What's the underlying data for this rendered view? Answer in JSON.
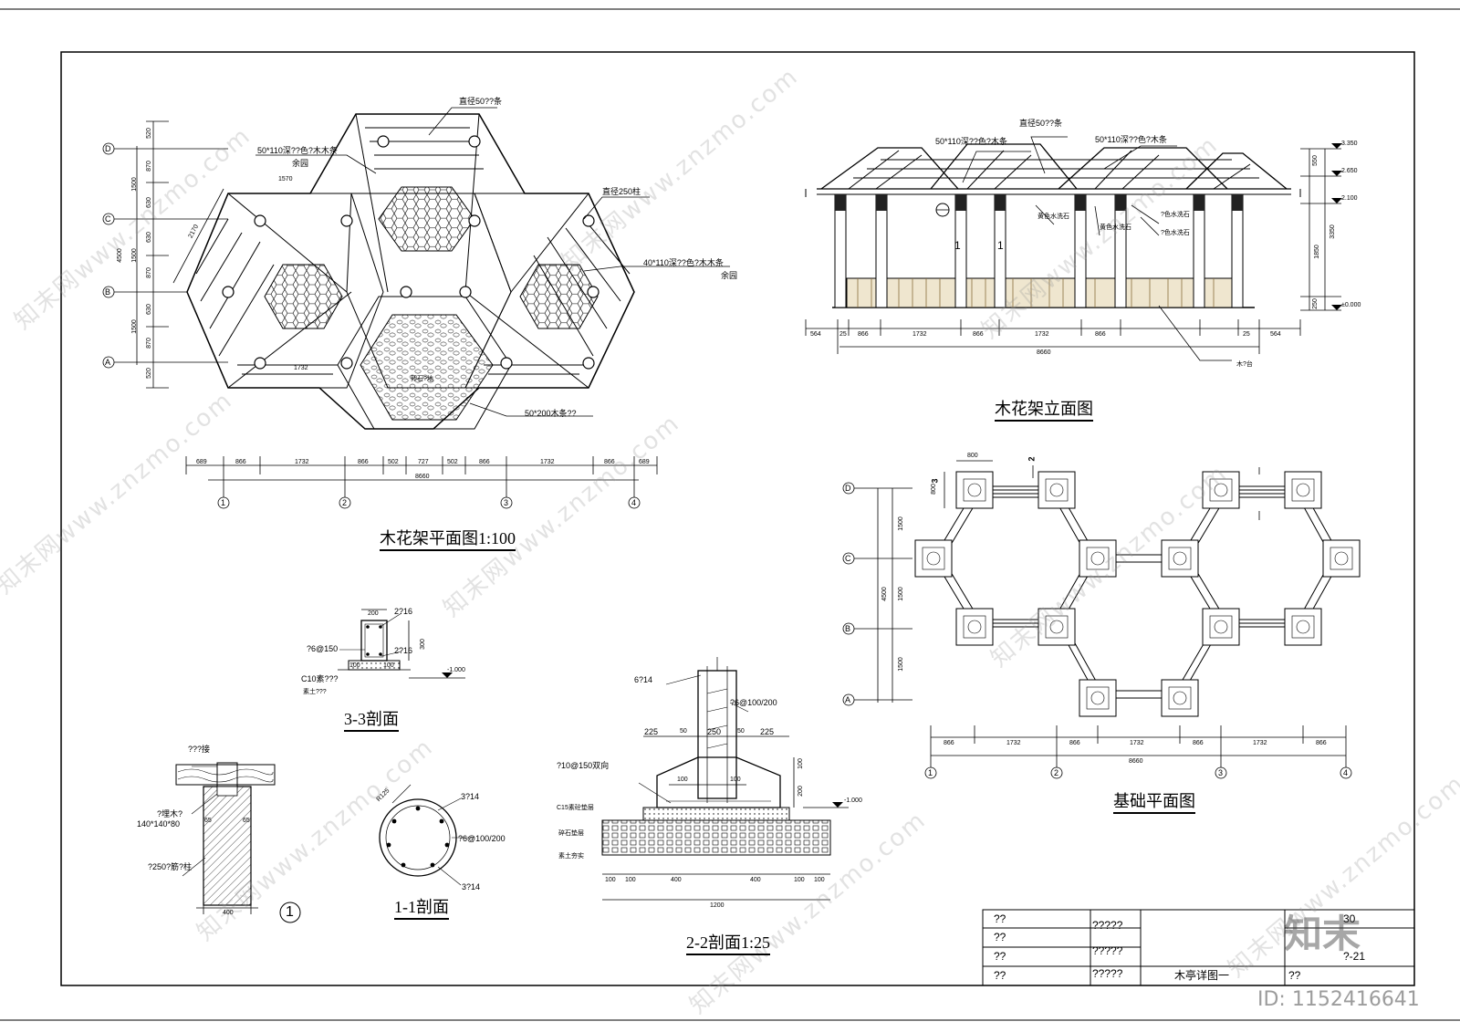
{
  "plan": {
    "title": "木花架平面图1:100",
    "notes": {
      "rod": "直径50??条",
      "beam": "50*110深??色?木木条",
      "beam_sub": "余园",
      "col": "直径250柱",
      "beam2": "40*110深??色?木木条",
      "beam2_sub": "余园",
      "plank": "50*200木条??",
      "pebble": "卵石?地",
      "dim1570": "1570",
      "dim1732": "1732",
      "dim2170": "2170"
    },
    "axis_letters": [
      "D",
      "C",
      "B",
      "A"
    ],
    "axis_numbers": [
      "1",
      "2",
      "3",
      "4"
    ],
    "vdims": [
      "520",
      "870",
      "630",
      "630",
      "870",
      "630",
      "870",
      "520"
    ],
    "vdims_major": [
      "1500",
      "1500",
      "1500"
    ],
    "vtotal": "4500",
    "hdims": [
      "689",
      "866",
      "1732",
      "866",
      "502",
      "727",
      "502",
      "866",
      "1732",
      "866",
      "689"
    ],
    "htotal": "8660"
  },
  "elevation": {
    "title": "木花架立面图",
    "notes": {
      "rod": "直径50??条",
      "beam_l": "50*110深??色?木条",
      "beam_r": "50*110深??色?木条",
      "stone1": "黄色水洗石",
      "stone2": "黄色水洗石",
      "stone3": "?色水洗石",
      "stone4": "?色水洗石",
      "platform": "木?台",
      "sec1a": "1",
      "sec1b": "1"
    },
    "levels": [
      "3.350",
      "2.650",
      "2.100",
      "±0.000"
    ],
    "vdims": [
      "550",
      "1850",
      "3350",
      "250"
    ],
    "hdims": [
      "564",
      "25",
      "866",
      "1732",
      "866",
      "1732",
      "866",
      "25",
      "564"
    ],
    "htotal": "8660"
  },
  "foundation": {
    "title": "基础平面图",
    "dim800a": "800",
    "dim800b": "800",
    "sec2": "2",
    "sec3": "3",
    "axis_letters": [
      "D",
      "C",
      "B",
      "A"
    ],
    "axis_numbers": [
      "1",
      "2",
      "3",
      "4"
    ],
    "vdims": [
      "1500",
      "1500",
      "1500"
    ],
    "vtotal": "4500",
    "hdims": [
      "866",
      "1732",
      "866",
      "1732",
      "866",
      "1732",
      "866"
    ],
    "htotal": "8660"
  },
  "sec33": {
    "title": "3-3剖面",
    "w": "200",
    "top": "2?16",
    "stir": "?6@150",
    "bot": "2?16",
    "h": "300",
    "base": "100",
    "base2": "100",
    "conc": "C10素???",
    "soil": "素土???",
    "level": "-1.000"
  },
  "col_detail": {
    "num": "1",
    "t1": "???接",
    "t2": "?埋木?",
    "t3": "140*140*80",
    "t4": "?250?筋?柱",
    "w": "400",
    "d1": "65",
    "d2": "65"
  },
  "sec11": {
    "title": "1-1剖面",
    "r": "R125",
    "top": "3?14",
    "stir": "?6@100/200",
    "bot": "3?14"
  },
  "sec22": {
    "title": "2-2剖面1:25",
    "top": "6?14",
    "stir": "?6@100/200",
    "mesh": "?10@150双向",
    "pad": "C15素砼垫层",
    "gravel": "碎石垫层",
    "soil": "素土夯实",
    "level": "-1.000",
    "top_dims": [
      "225",
      "50",
      "250",
      "50",
      "225"
    ],
    "mid_dims": [
      "100",
      "100"
    ],
    "v_dims": [
      "100",
      "200"
    ],
    "bot_dims": [
      "100",
      "100",
      "400",
      "400",
      "100",
      "100"
    ],
    "total": "1200"
  },
  "title_block": {
    "rows": [
      "??",
      "??",
      "??",
      "??"
    ],
    "mid": [
      "?????",
      "?????",
      "?????"
    ],
    "drawing": "木亭详图一",
    "num_top": "30",
    "num_bot": "?-21",
    "sub": "??"
  },
  "watermark": {
    "text": "知末网www.znzmo.com",
    "brand": "知末",
    "id": "ID: 1152416641"
  }
}
